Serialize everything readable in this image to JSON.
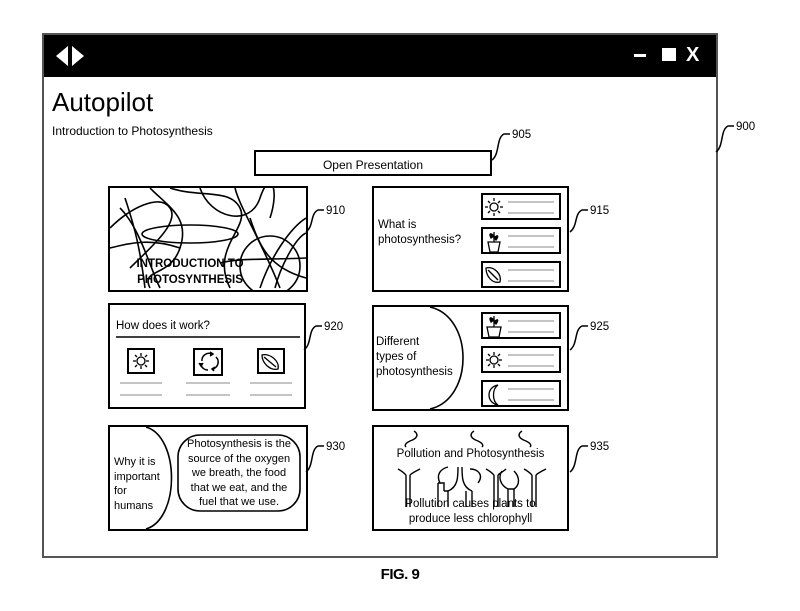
{
  "window": {
    "title": "Autopilot",
    "subtitle": "Introduction to Photosynthesis",
    "controls": {
      "back_icon": "triangle-left",
      "forward_icon": "triangle-right",
      "minimize_icon": "minus",
      "maximize_icon": "square",
      "close_label": "X"
    }
  },
  "toolbar": {
    "open_presentation_label": "Open Presentation"
  },
  "slides": [
    {
      "ref": "910",
      "title_line1": "INTRODUCTION TO",
      "title_line2": "PHOTOSYNTHESIS",
      "background": "scribble-lines"
    },
    {
      "ref": "915",
      "text_line1": "What is",
      "text_line2": "photosynthesis?",
      "items": [
        "sun-icon",
        "potted-plant-icon",
        "leaf-icon"
      ]
    },
    {
      "ref": "920",
      "heading": "How does it work?",
      "items": [
        "sun-icon",
        "cycle-arrows-icon",
        "leaf-icon"
      ]
    },
    {
      "ref": "925",
      "text_line1": "Different",
      "text_line2": "types of",
      "text_line3": "photosynthesis",
      "items": [
        "potted-plant-icon",
        "sun-icon",
        "crescent-moon-icon"
      ]
    },
    {
      "ref": "930",
      "side_line1": "Why it is",
      "side_line2": "important",
      "side_line3": "for",
      "side_line4": "humans",
      "bubble_line1": "Photosynthesis is the",
      "bubble_line2": "source of the oxygen",
      "bubble_line3": "we breath, the food",
      "bubble_line4": "that we eat, and the",
      "bubble_line5": "fuel that we use."
    },
    {
      "ref": "935",
      "title": "Pollution and Photosynthesis",
      "caption_line1": "Pollution causes plants to",
      "caption_line2": "produce less chlorophyll",
      "graphic": "smokestacks"
    }
  ],
  "reference_numerals": {
    "window": "900",
    "open_button": "905"
  },
  "figure_label": "FIG. 9"
}
